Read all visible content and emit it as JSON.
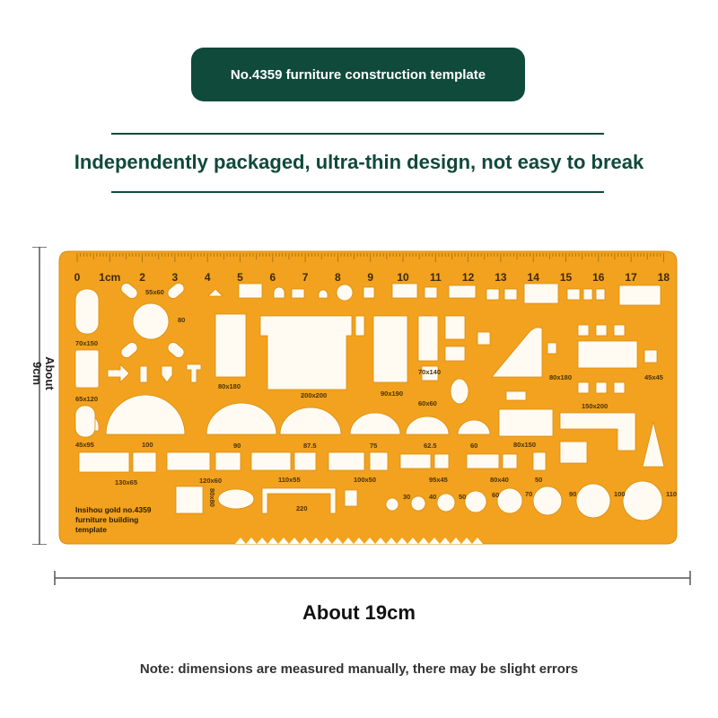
{
  "banner": {
    "title": "No.4359 furniture construction template"
  },
  "headline": "Independently packaged, ultra-thin design, not easy to break",
  "dimensions": {
    "height_label": "About 9cm",
    "width_label": "About 19cm"
  },
  "template": {
    "ruler_marks": [
      "0",
      "1cm",
      "2",
      "3",
      "4",
      "5",
      "6",
      "7",
      "8",
      "9",
      "10",
      "11",
      "12",
      "13",
      "14",
      "15",
      "16",
      "17",
      "18"
    ],
    "shape_labels": {
      "l55x60": "55x60",
      "l80": "80",
      "l70x150": "70x150",
      "l80x180": "80x180",
      "l200x200": "200x200",
      "l90x190": "90x190",
      "l70x140": "70x140",
      "l60x60": "60x60",
      "l80x180b": "80x180",
      "l45x45": "45x45",
      "l150x200": "150x200",
      "l65x120": "65x120",
      "l45x95": "45x95",
      "l100": "100",
      "l90": "90",
      "l87_5": "87.5",
      "l75": "75",
      "l62_5": "62.5",
      "l60": "60",
      "l80x150": "80x150",
      "l130x65": "130x65",
      "l120x60": "120x60",
      "l110x55": "110x55",
      "l100x50": "100x50",
      "l95x45": "95x45",
      "l80x40": "80x40",
      "l50": "50",
      "l80x80": "80x80",
      "l220": "220",
      "l30": "30",
      "l40": "40",
      "l50b": "50",
      "l60b": "60",
      "l70": "70",
      "l90b": "90",
      "l100b": "100",
      "l110": "110"
    },
    "brand_line1": "Insihou gold no.4359",
    "brand_line2": "furniture building",
    "brand_line3": "template",
    "fill_color": "#f2a21e",
    "hole_color": "#fffbf2"
  },
  "note": "Note: dimensions are measured manually, there may be slight errors"
}
